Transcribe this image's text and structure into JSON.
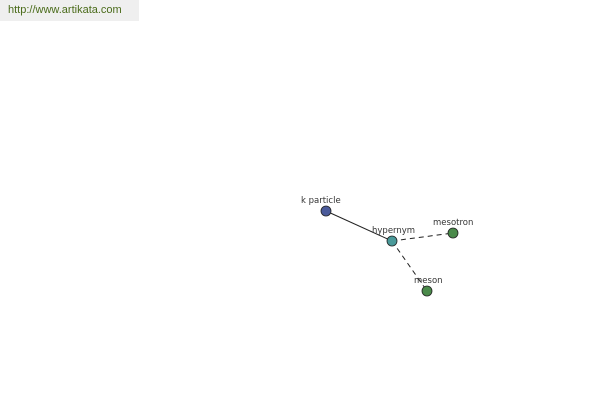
{
  "site": {
    "url_text": "http://www.artikata.com"
  },
  "graph": {
    "nodes": [
      {
        "id": "k-particle",
        "label": "k particle",
        "color": "#4a5a9a"
      },
      {
        "id": "hypernym",
        "label": "hypernym",
        "color": "#4a9a9a"
      },
      {
        "id": "mesotron",
        "label": "mesotron",
        "color": "#4a8a4a"
      },
      {
        "id": "meson",
        "label": "meson",
        "color": "#4a8a4a"
      }
    ],
    "edges": [
      {
        "from": "k-particle",
        "to": "hypernym",
        "style": "solid"
      },
      {
        "from": "hypernym",
        "to": "mesotron",
        "style": "dashed"
      },
      {
        "from": "hypernym",
        "to": "meson",
        "style": "dashed"
      }
    ]
  }
}
